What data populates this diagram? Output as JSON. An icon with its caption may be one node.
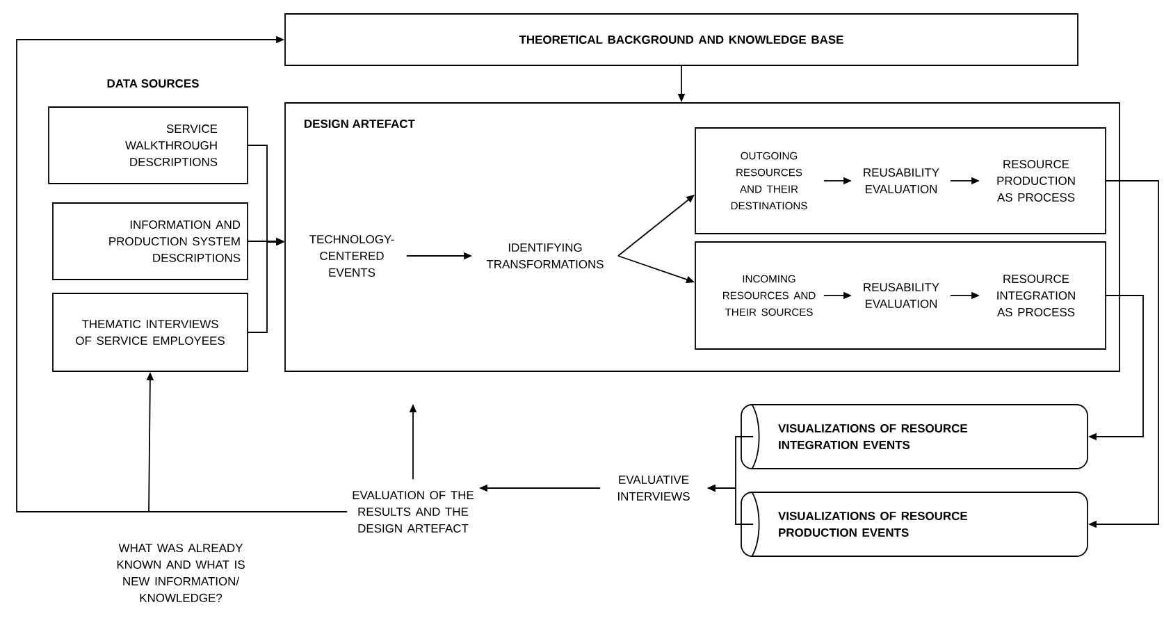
{
  "diagram": {
    "nodes": [
      {
        "text": [
          "THEORETICAL BACKGROUND AND KNOWLEDGE BASE"
        ]
      },
      {
        "text": [
          "SERVICE WALKTHROUGH DESCRIPTIONS"
        ]
      },
      {
        "text": [
          "INFORMATION AND PRODUCTION SYSTEM DESCRIPTIONS"
        ]
      },
      {
        "text": [
          "THEMATIC INTERVIEWS OF SERVICE EMPLOYEES"
        ]
      },
      {
        "text": [
          "DESIGN ARTEFACT"
        ]
      },
      {
        "text": [
          "TECHNOLOGY-CENTERED EVENTS"
        ],
        "in": 4
      },
      {
        "text": [
          "IDENTIFYING TRANSFORMATIONS"
        ],
        "in": 4
      },
      {
        "text": [],
        "shape": "box",
        "in": 4
      },
      {
        "text": [
          "OUTGOING RESOURCES AND THEIR DESTINATIONS"
        ],
        "in": 7
      },
      {
        "text": [
          "REUSABILITY EVALUATION"
        ],
        "in": 7
      },
      {
        "text": [
          "RESOURCE PRODUCTION AS PROCESS"
        ],
        "in": 7
      },
      {
        "text": [],
        "shape": "box",
        "in": 4
      },
      {
        "text": [
          "INCOMING RESOURCES AND THEIR SOURCES"
        ],
        "in": 11
      },
      {
        "text": [
          "REUSABILITY EVALUATION"
        ],
        "in": 11
      },
      {
        "text": [
          "RESOURCE INTEGRATION AS PROCESS"
        ],
        "in": 11
      },
      {
        "text": [
          "VISUALIZATIONS OF RESOURCE INTEGRATION EVENTS"
        ]
      },
      {
        "text": [
          "VISUALIZATIONS OF RESOURCE PRODUCTION EVENTS"
        ]
      },
      {
        "text": [
          "EVALUATIVE INTERVIEWS"
        ]
      },
      {
        "text": [
          "EVALUATION OF THE RESULTS AND THE DESIGN ARTEFACT"
        ]
      }
    ],
    "edges": [
      {
        "from": 18,
        "to": 0,
        "arrow": "to",
        "label": "WHAT WAS ALREADY KNOWN AND WHAT IS NEW INFORMATION/ KNOWLEDGE?"
      },
      {
        "from": 18,
        "to": 3,
        "arrow": "to"
      },
      {
        "from": 0,
        "to": 4,
        "arrow": "to"
      },
      {
        "from": 1,
        "to": 4,
        "arrow": "to"
      },
      {
        "from": 2,
        "to": 4,
        "arrow": "to"
      },
      {
        "from": 3,
        "to": 4,
        "arrow": "to"
      },
      {
        "from": 5,
        "to": 6,
        "arrow": "to"
      },
      {
        "from": 6,
        "to": 7,
        "arrow": "to"
      },
      {
        "from": 6,
        "to": 11,
        "arrow": "to"
      },
      {
        "from": 8,
        "to": 9,
        "arrow": "to"
      },
      {
        "from": 9,
        "to": 10,
        "arrow": "to"
      },
      {
        "from": 12,
        "to": 13,
        "arrow": "to"
      },
      {
        "from": 13,
        "to": 14,
        "arrow": "to"
      },
      {
        "from": 7,
        "to": 16,
        "arrow": "to"
      },
      {
        "from": 11,
        "to": 15,
        "arrow": "to"
      },
      {
        "from": 15,
        "to": 17,
        "arrow": "to"
      },
      {
        "from": 16,
        "to": 17,
        "arrow": "to"
      },
      {
        "from": 17,
        "to": 18,
        "arrow": "to"
      },
      {
        "from": 18,
        "to": 4,
        "arrow": "to"
      }
    ],
    "labels": [
      "DATA SOURCES"
    ]
  }
}
